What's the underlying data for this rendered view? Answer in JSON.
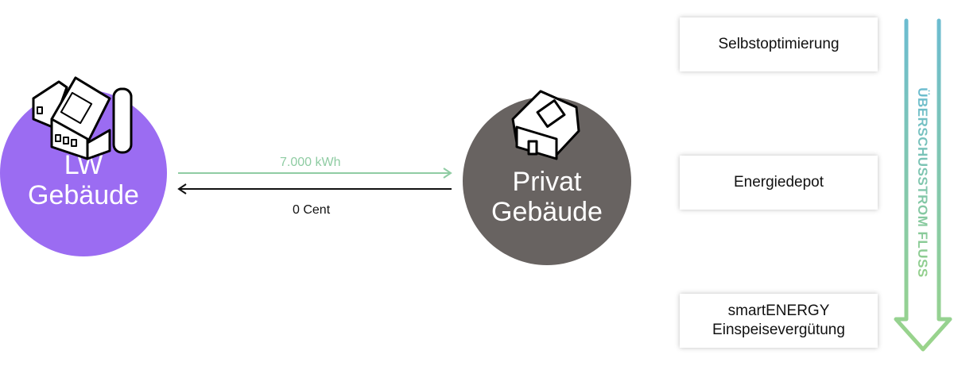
{
  "nodes": {
    "lw": {
      "line1": "LW",
      "line2": "Gebäude",
      "color": "#9b6cf2"
    },
    "privat": {
      "line1": "Privat",
      "line2": "Gebäude",
      "color": "#686361"
    }
  },
  "flows": {
    "energy": "7.000 kWh",
    "energy_color": "#8fcca3",
    "payment": "0 Cent"
  },
  "options": [
    {
      "line1": "Selbstoptimierung"
    },
    {
      "line1": "Energiedepot"
    },
    {
      "line1": "smartENERGY",
      "line2": "Einspeisevergütung"
    }
  ],
  "flow_arrow": {
    "label": "ÜBERSCHUSSTROM FLUSS",
    "color_top": "#6cbcd0",
    "color_bottom": "#92cf8a"
  }
}
